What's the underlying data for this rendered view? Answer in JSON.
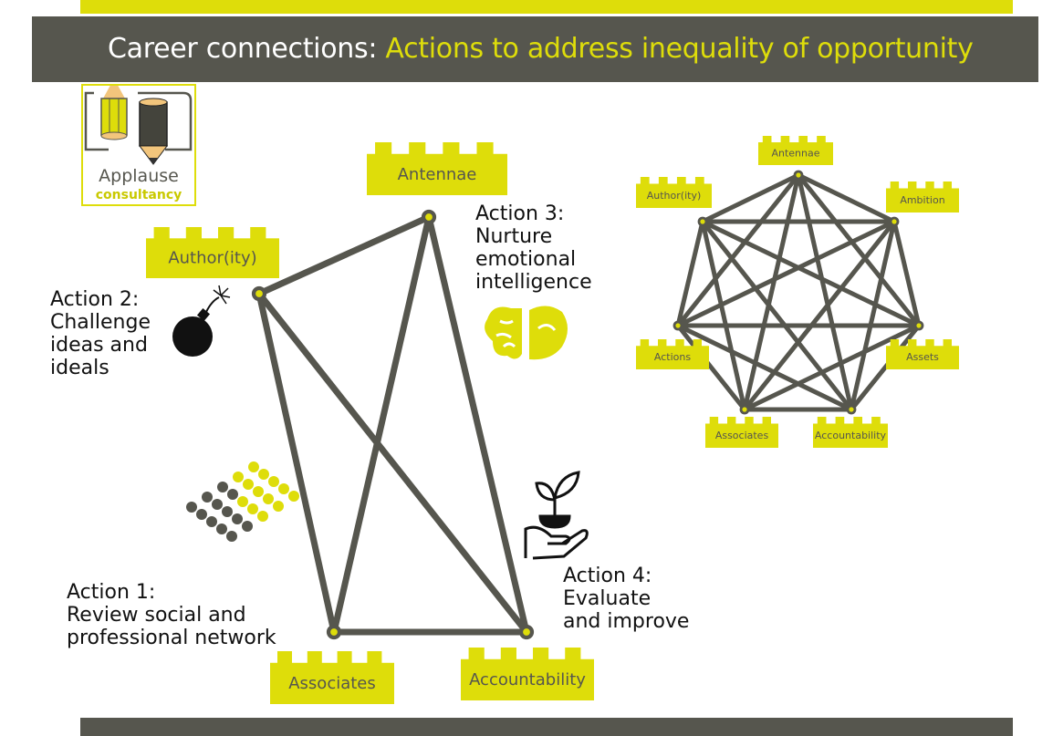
{
  "header": {
    "title_prefix": "Career connections:",
    "title_highlight": "Actions to address inequality of opportunity"
  },
  "logo": {
    "name": "Applause",
    "sub": "consultancy"
  },
  "actions": [
    {
      "title": "Action 1:",
      "lines": [
        "Review social and",
        "professional network"
      ]
    },
    {
      "title": "Action 2:",
      "lines": [
        "Challenge",
        "ideas and",
        "ideals"
      ]
    },
    {
      "title": "Action 3:",
      "lines": [
        "Nurture",
        "emotional",
        "intelligence"
      ]
    },
    {
      "title": "Action 4:",
      "lines": [
        "Evaluate",
        "and improve"
      ]
    }
  ],
  "left_network": {
    "nodes": [
      "Antennae",
      "Author(ity)",
      "Associates",
      "Accountability"
    ],
    "edges": [
      [
        0,
        1
      ],
      [
        0,
        2
      ],
      [
        0,
        3
      ],
      [
        1,
        2
      ],
      [
        1,
        3
      ],
      [
        2,
        3
      ]
    ]
  },
  "right_network": {
    "nodes": [
      "Antennae",
      "Ambition",
      "Assets",
      "Accountability",
      "Associates",
      "Actions",
      "Author(ity)"
    ],
    "edges": "complete"
  },
  "colors": {
    "accent": "#dedd0a",
    "dark": "#56564e"
  }
}
